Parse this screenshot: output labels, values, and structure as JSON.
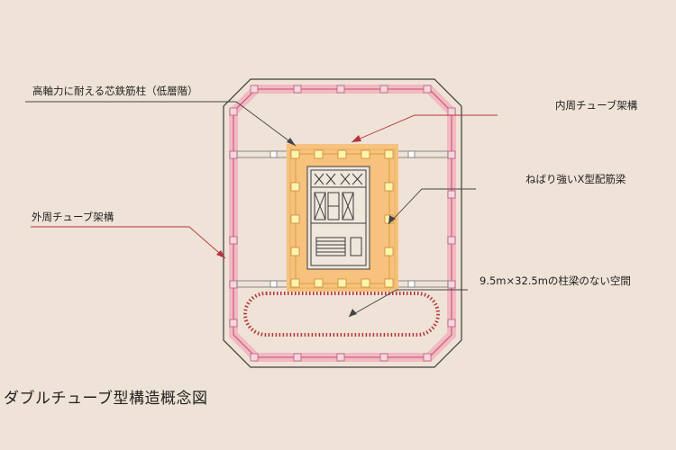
{
  "labels": {
    "core_column": "高軸力に耐える芯鉄筋柱（低層階）",
    "inner_tube": "内周チューブ架構",
    "x_beam": "ねばり強いX型配筋梁",
    "outer_tube": "外周チューブ架構",
    "open_space": "9.5m×32.5mの柱梁のない空間"
  },
  "caption": "ダブルチューブ型構造概念図",
  "colors": {
    "background": "#efe2d6",
    "outer_band": "#f2b9c3",
    "outer_band_line": "#c64d6b",
    "inner_band": "#f6c27e",
    "inner_band_line": "#e2a24a",
    "leader_line": "#b5343c",
    "structure_line": "#3c3c3c",
    "open_space_dots": "#b5343c"
  }
}
